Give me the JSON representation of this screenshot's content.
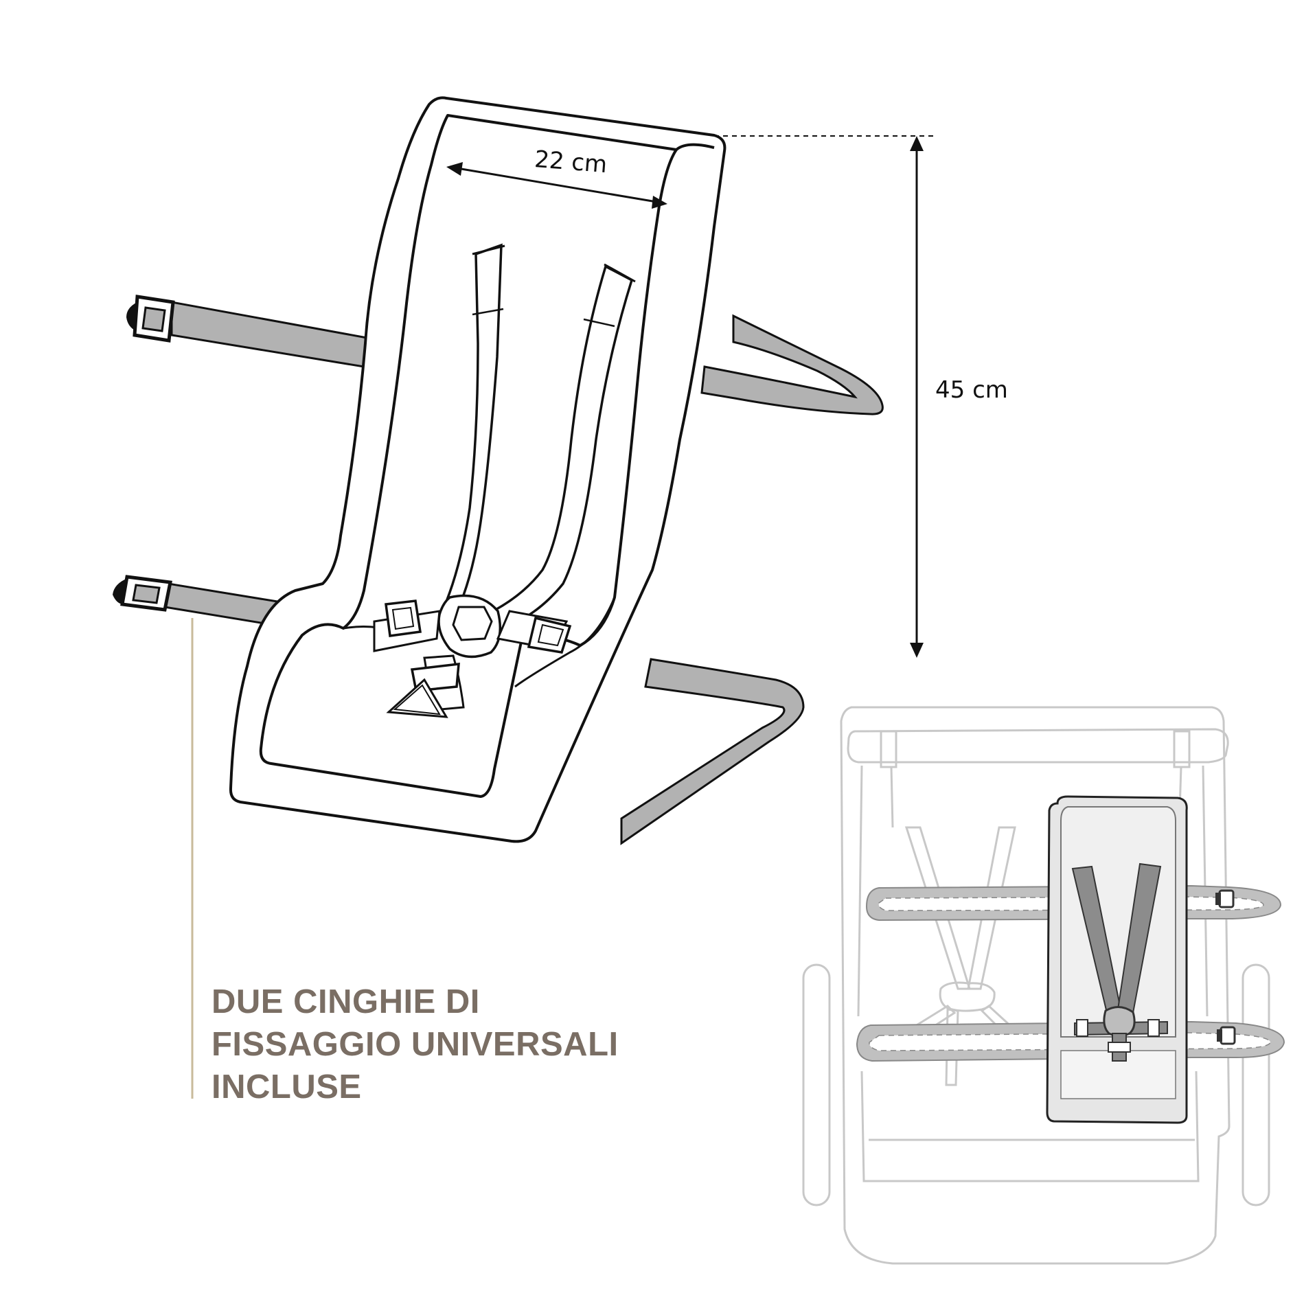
{
  "dimensions": {
    "width_label": "22 cm",
    "height_label": "45 cm"
  },
  "caption": {
    "line1": "DUE CINGHIE DI",
    "line2": "FISSAGGIO UNIVERSALI",
    "line3": "INCLUSE"
  },
  "colors": {
    "outline": "#111111",
    "strap": "#b2b2b2",
    "caption_text": "#7a6e64",
    "leader_line": "#c9bb9b",
    "trailer_outline": "#c8c8c8",
    "seat_fill": "#e6e6e6"
  }
}
